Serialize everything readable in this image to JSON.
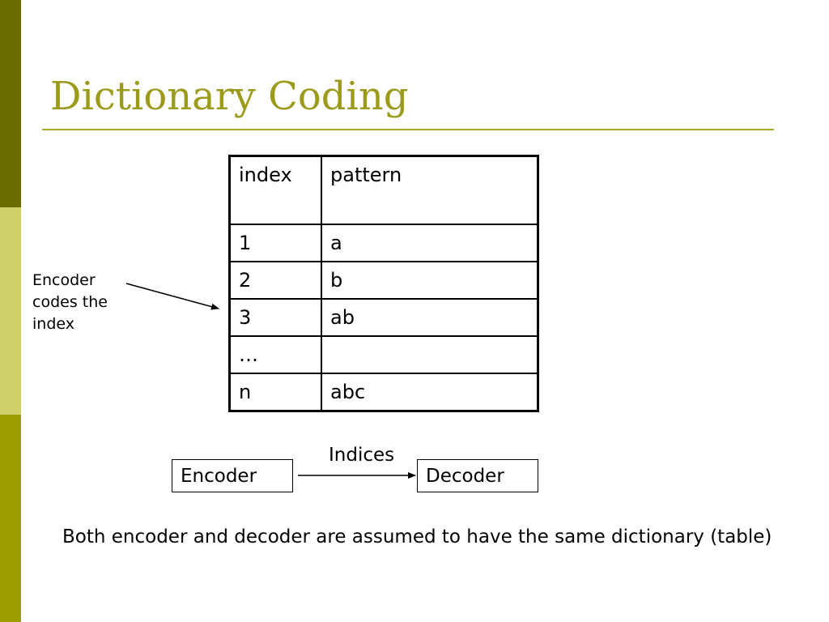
{
  "slide": {
    "title": "Dictionary Coding",
    "colors": {
      "sidebar_dark": "#6b6c00",
      "sidebar_light": "#cfd06b",
      "sidebar_mid": "#9c9c00",
      "title": "#9b9a1b",
      "rule": "#a8a627"
    }
  },
  "table": {
    "headers": [
      "index",
      "pattern"
    ],
    "rows": [
      [
        "1",
        "a"
      ],
      [
        "2",
        "b"
      ],
      [
        "3",
        "ab"
      ],
      [
        "…",
        ""
      ],
      [
        "n",
        "abc"
      ]
    ]
  },
  "annotation": {
    "text": "Encoder\ncodes the\nindex"
  },
  "flow": {
    "encoder_label": "Encoder",
    "decoder_label": "Decoder",
    "arrow_label": "Indices"
  },
  "footer": {
    "text": "Both encoder and decoder are assumed to have the same dictionary (table)"
  }
}
